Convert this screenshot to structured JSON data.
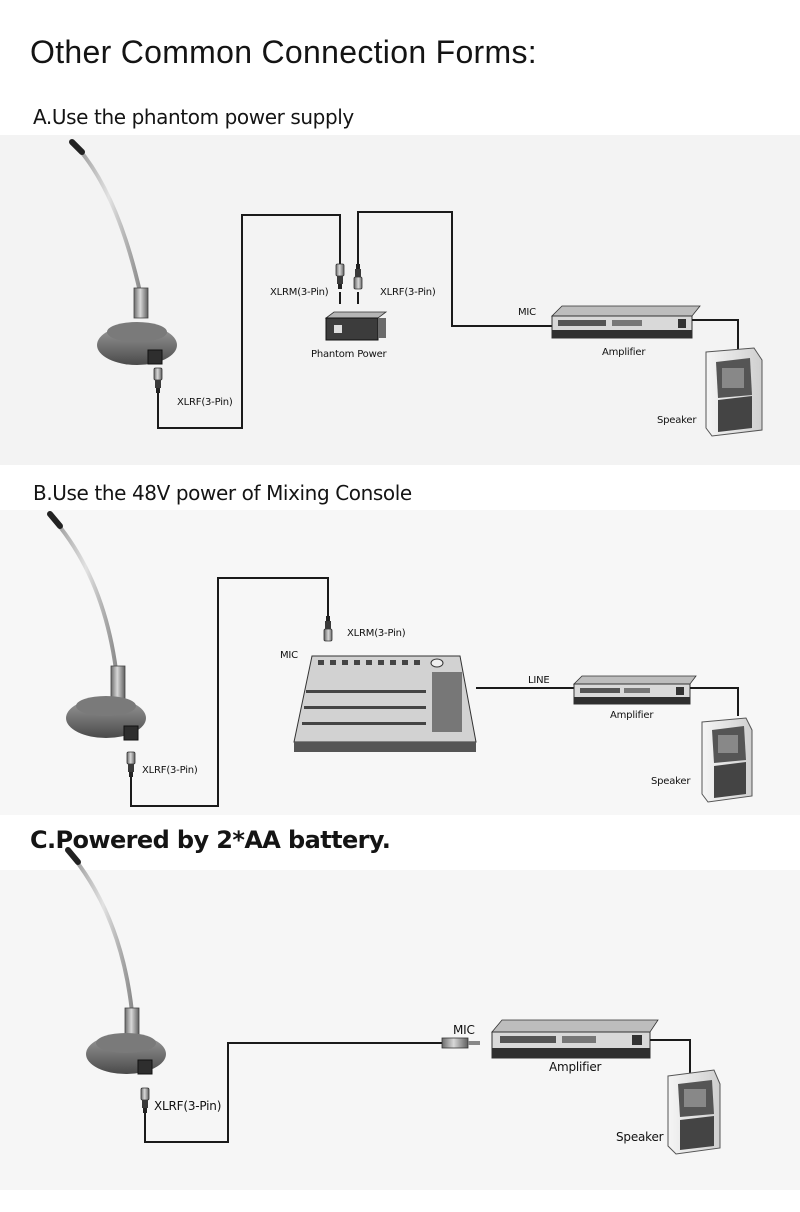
{
  "title": "Other Common Connection Forms:",
  "sections": {
    "a": {
      "heading": "A.Use the phantom power supply",
      "labels": {
        "xlrm": "XLRM(3-Pin)",
        "xlrf_top": "XLRF(3-Pin)",
        "phantom_power": "Phantom Power",
        "mic": "MIC",
        "amplifier": "Amplifier",
        "speaker": "Speaker",
        "xlrf_mic": "XLRF(3-Pin)"
      }
    },
    "b": {
      "heading": "B.Use the 48V power of Mixing Console",
      "labels": {
        "xlrm": "XLRM(3-Pin)",
        "mic": "MIC",
        "line": "LINE",
        "amplifier": "Amplifier",
        "speaker": "Speaker",
        "xlrf_mic": "XLRF(3-Pin)"
      }
    },
    "c": {
      "heading": "C.Powered by 2*AA battery.",
      "labels": {
        "mic": "MIC",
        "amplifier": "Amplifier",
        "speaker": "Speaker",
        "xlrf_mic": "XLRF(3-Pin)"
      }
    }
  },
  "colors": {
    "cable": "#1a1a1a",
    "device_body": "#8a8a8a",
    "device_dark": "#2e2e2e",
    "band": "#f3f3f3"
  },
  "icons": [
    "gooseneck-microphone-icon",
    "xlr-connector-icon",
    "phantom-power-box-icon",
    "mixing-console-icon",
    "amplifier-icon",
    "speaker-icon",
    "jack-plug-icon"
  ]
}
